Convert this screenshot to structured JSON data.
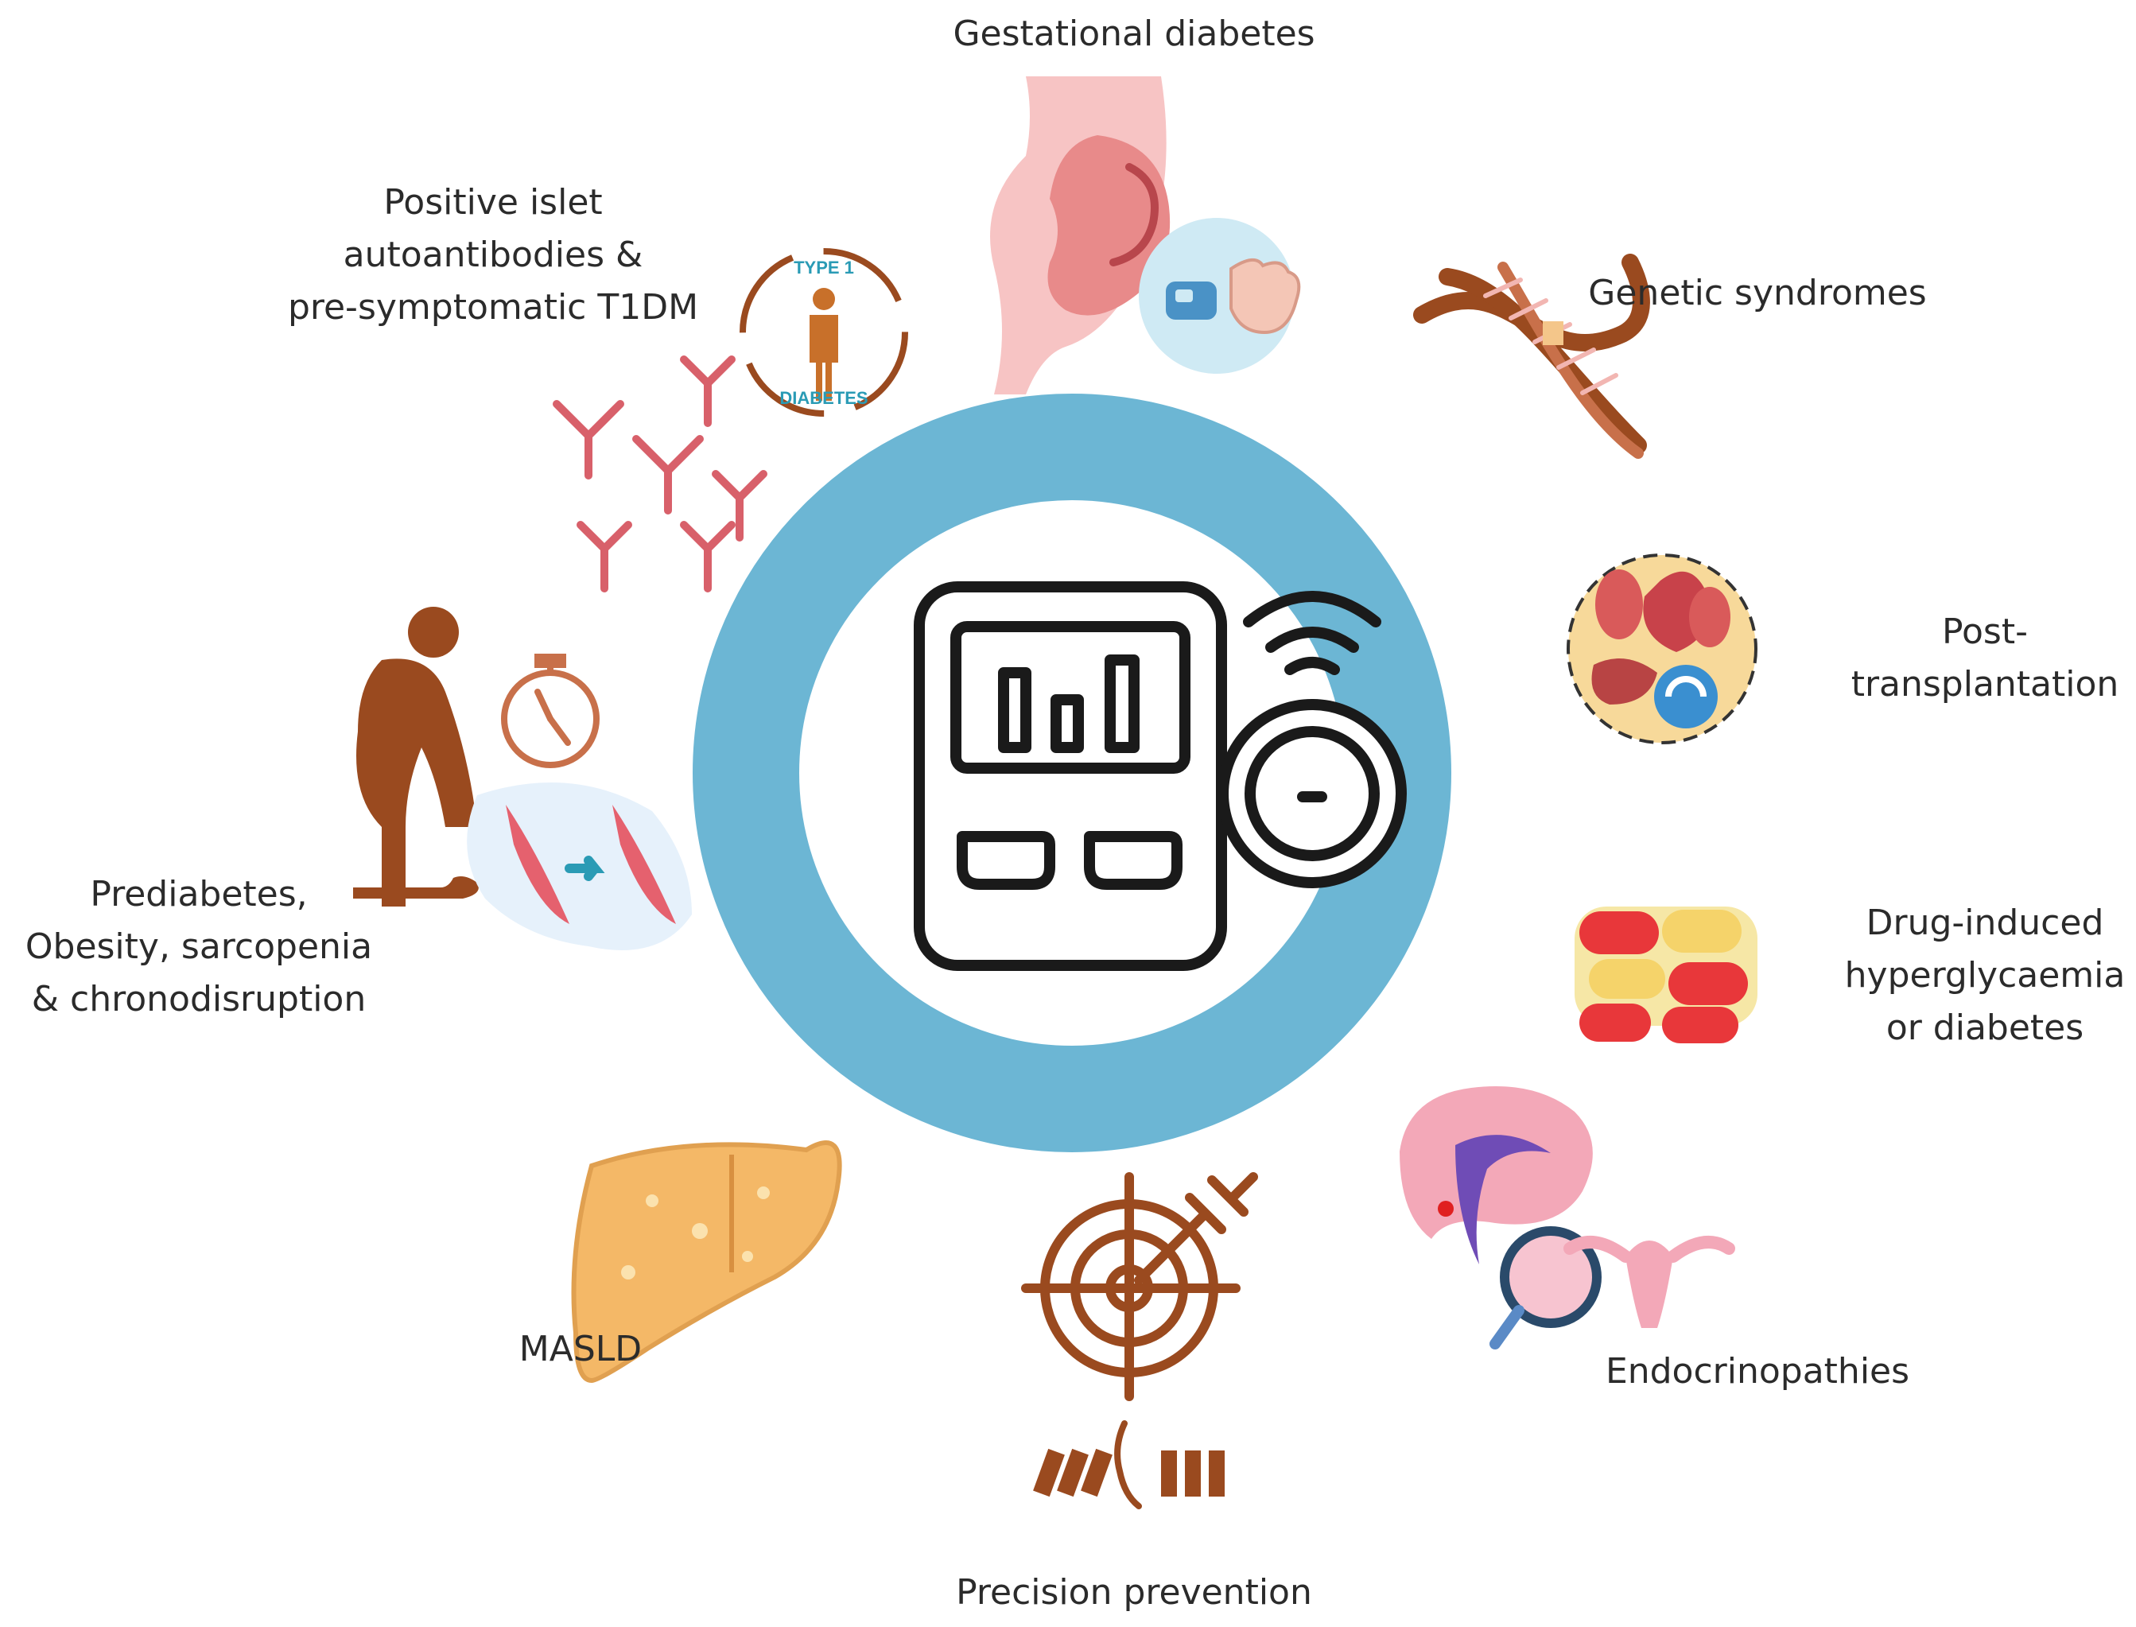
{
  "labels": {
    "gestational": "Gestational diabetes",
    "islet": "Positive islet\nautoantibodies &\npre-symptomatic T1DM",
    "genetic": "Genetic syndromes",
    "transplant": "Post-\ntransplantation",
    "prediabetes": "Prediabetes,\nObesity, sarcopenia\n& chronodisruption",
    "drug": "Drug-induced\nhyperglycaemia\nor diabetes",
    "masld": "MASLD",
    "endocrino": "Endocrinopathies",
    "precision": "Precision prevention"
  },
  "badge": {
    "top": "TYPE 1",
    "bottom": "DIABETES"
  },
  "colors": {
    "ring": "#6cb6d4",
    "device": "#1a1a1a",
    "brown": "#9a4a1f",
    "pink": "#d8606a",
    "liver": "#f4b867",
    "teal": "#2a9bb5"
  },
  "icons": [
    "cgm-device-icon",
    "pregnancy-icon",
    "dna-icon",
    "organs-icon",
    "pills-icon",
    "brain-uterus-icon",
    "target-syringe-icon",
    "liver-icon",
    "obesity-person-icon",
    "stopwatch-icon",
    "muscle-icon",
    "antibody-icon",
    "type1-person-icon"
  ]
}
